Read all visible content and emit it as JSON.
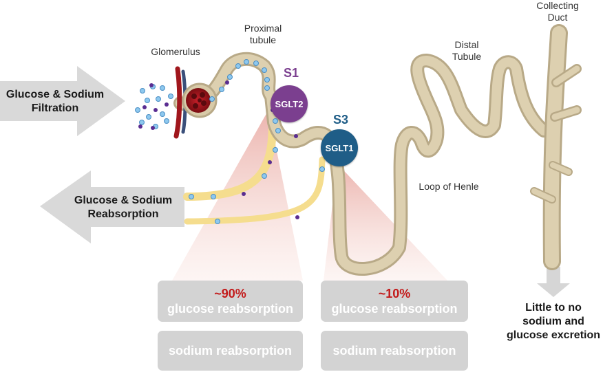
{
  "labels": {
    "glomerulus": "Glomerulus",
    "proximal_tubule": "Proximal\ntubule",
    "distal_tubule": "Distal\nTubule",
    "collecting_duct": "Collecting\nDuct",
    "loop_of_henle": "Loop of Henle"
  },
  "arrows": {
    "filtration": "Glucose & Sodium\nFiltration",
    "reabsorption": "Glucose & Sodium\nReabsorption",
    "excretion": "Little to no\nsodium and\nglucose excretion"
  },
  "segments": {
    "s1": {
      "label": "S1",
      "transporter": "SGLT2",
      "color": "#7b3f8f"
    },
    "s3": {
      "label": "S3",
      "transporter": "SGLT1",
      "color": "#1f5d87"
    }
  },
  "boxes": {
    "sglt2_glucose": {
      "percent": "~90%",
      "text": "glucose reabsorption"
    },
    "sglt2_sodium": {
      "text": "sodium reabsorption"
    },
    "sglt1_glucose": {
      "percent": "~10%",
      "text": "glucose reabsorption"
    },
    "sglt1_sodium": {
      "text": "sodium reabsorption"
    }
  },
  "colors": {
    "tubule": "#d8caa8",
    "reabsorption_path": "#f5dd8e",
    "percent_red": "#c31b1b",
    "box_gray": "#d3d3d3",
    "arrow_gray": "#d9d9d9",
    "glucose_blue": "#8ec8ee",
    "sodium_purple": "#5a2d91"
  }
}
